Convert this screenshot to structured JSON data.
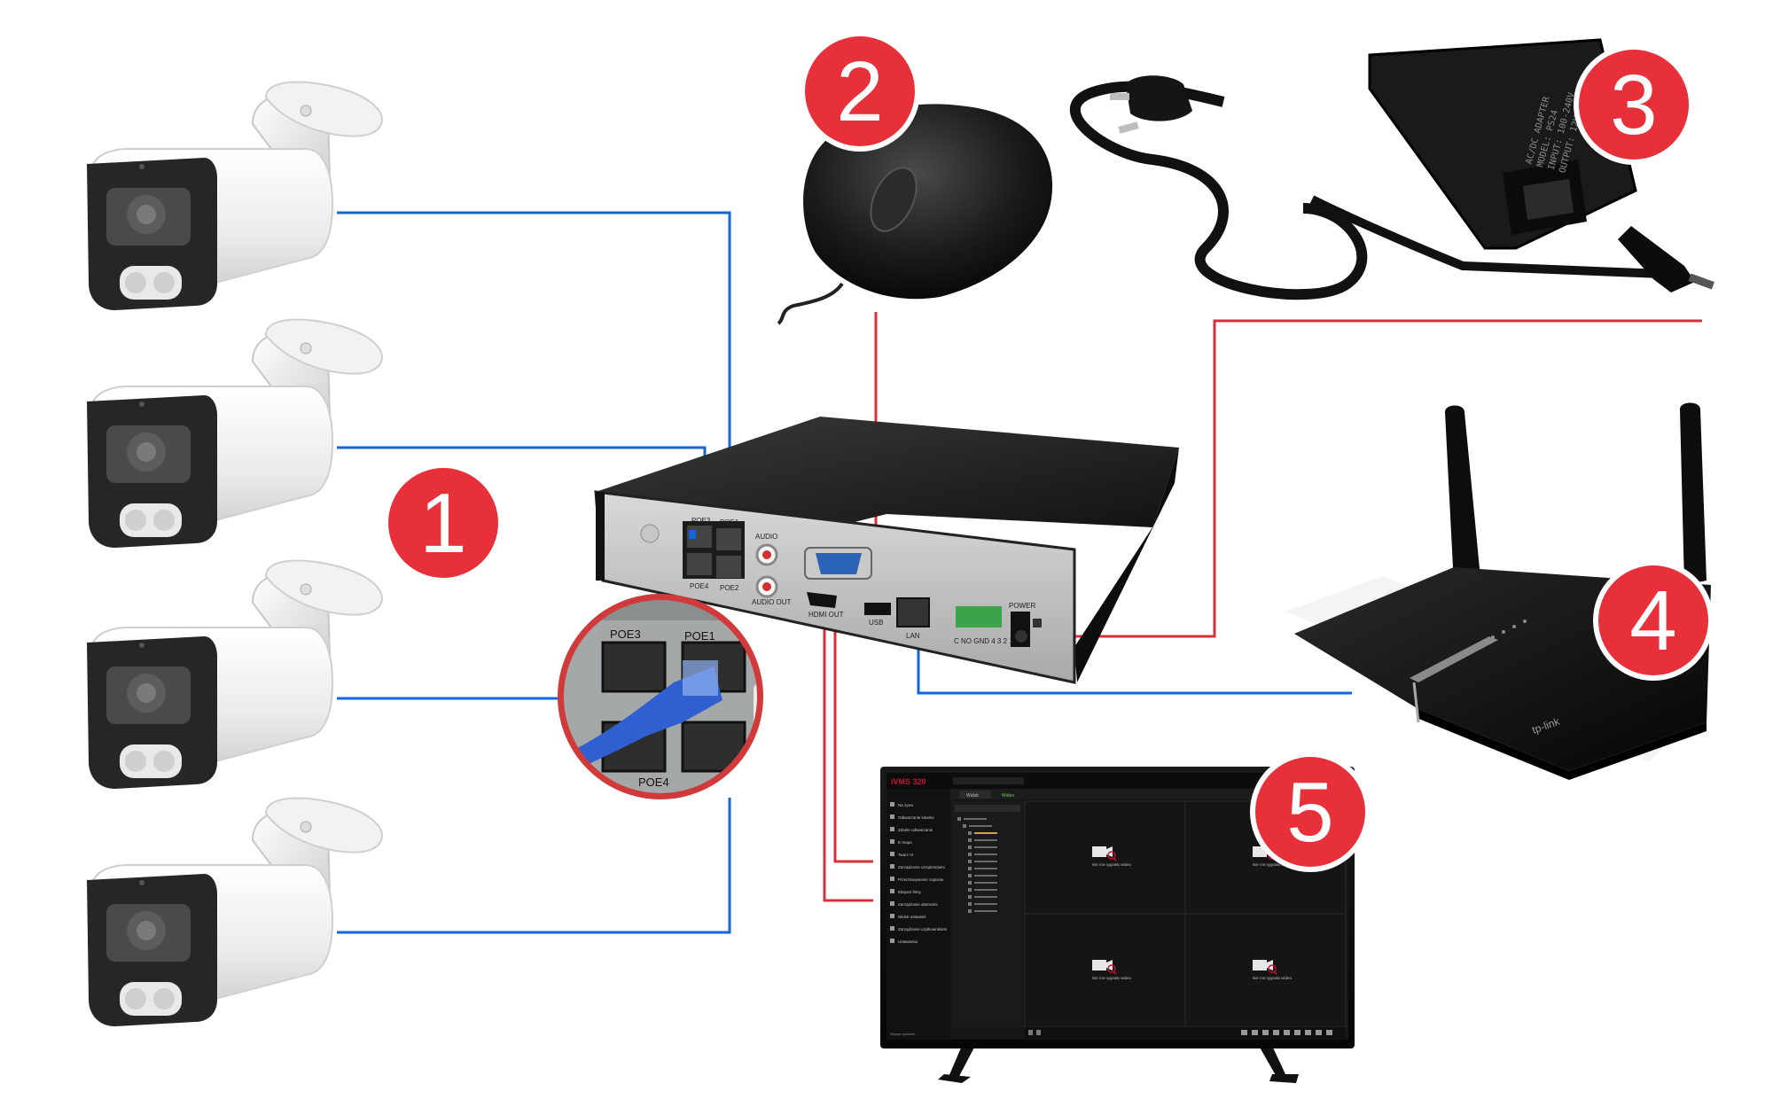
{
  "badges": [
    "1",
    "2",
    "3",
    "4",
    "5"
  ],
  "nvr": {
    "port_labels": {
      "poe3": "POE3",
      "poe1": "POE1",
      "poe4": "POE4",
      "poe2": "POE2",
      "audio_in": "AUDIO",
      "audio_out": "AUDIO OUT",
      "hdmi": "HDMI OUT",
      "usb": "USB",
      "lan": "LAN",
      "alarm": "C NO GND 4 3 2 1",
      "power": "POWER"
    }
  },
  "zoom": {
    "labels": [
      "POE3",
      "POE1",
      "POE4",
      "POE2"
    ]
  },
  "adapter": {
    "label_lines": [
      "AC/DC ADAPTER",
      "MODEL: PS24",
      "INPUT: 100-240V",
      "OUTPUT: 12V 2A"
    ]
  },
  "router": {
    "brand": "tp-link"
  },
  "monitor": {
    "app_title": "iVMS 320",
    "tabs": [
      "Widok",
      "Wideo"
    ],
    "menu": [
      "Na żywo",
      "Odtwarzanie lokalne",
      "Zdalne odtwarzanie",
      "E-mapa",
      "Twarz AI",
      "Zarządzanie urządzeniami",
      "Przechowywanie zapisów",
      "Eksport filmy",
      "Zarządzanie alarmami",
      "Widok ustawień",
      "Zarządzanie użytkownikami",
      "Ustawienia"
    ],
    "footer": "Wersja systemu",
    "tile_message": "Nie ma sygnału wideo",
    "colors": {
      "accent": "#c8102e",
      "bg": "#161616"
    }
  },
  "colors": {
    "badge": "#e8303a",
    "camera_line": "#1565d8",
    "power_line": "#d8303a"
  }
}
